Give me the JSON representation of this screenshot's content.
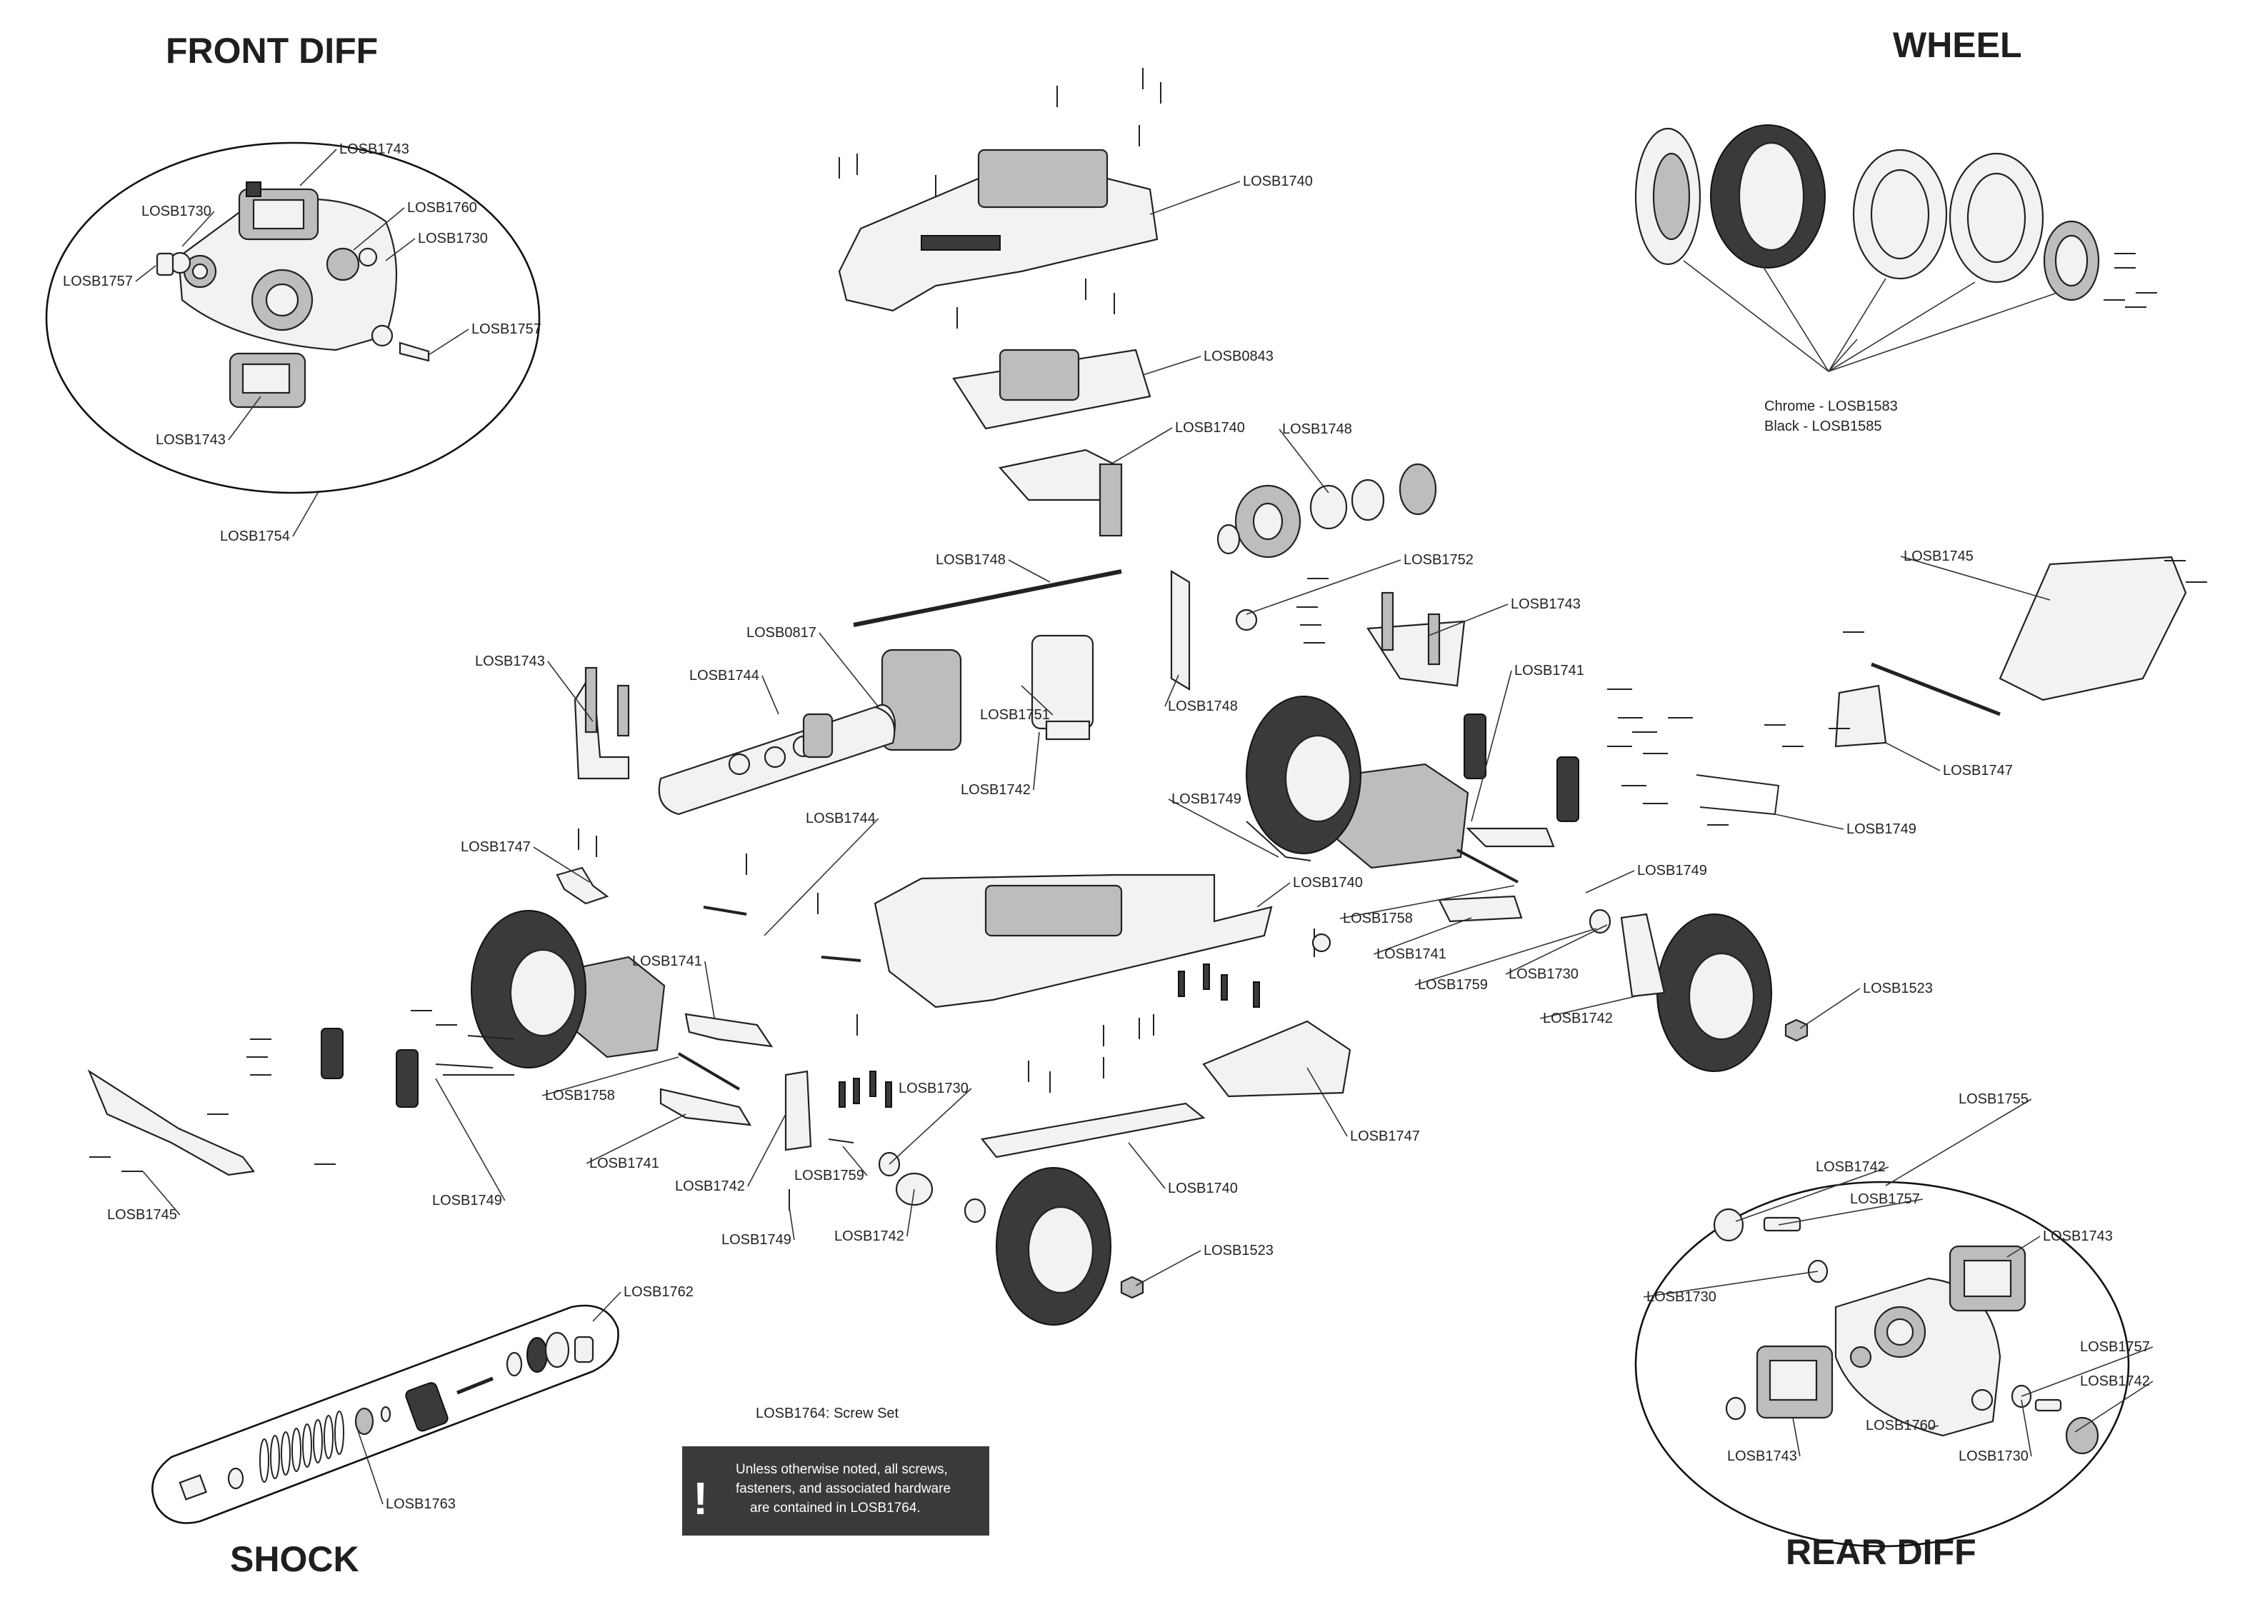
{
  "sections": {
    "front_diff": "FRONT DIFF",
    "wheel": "WHEEL",
    "shock": "SHOCK",
    "rear_diff": "REAR DIFF"
  },
  "wheel_parts": {
    "chrome": "Chrome - LOSB1583",
    "black": "Black - LOSB1585"
  },
  "screw_set": "LOSB1764: Screw Set",
  "note": {
    "line1": "Unless otherwise noted, all screws,",
    "line2": "fasteners, and associated hardware",
    "line3": "are contained in LOSB1764."
  },
  "callouts": [
    {
      "id": "fd1",
      "text": "LOSB1743"
    },
    {
      "id": "fd2",
      "text": "LOSB1730"
    },
    {
      "id": "fd3",
      "text": "LOSB1760"
    },
    {
      "id": "fd4",
      "text": "LOSB1730"
    },
    {
      "id": "fd5",
      "text": "LOSB1757"
    },
    {
      "id": "fd6",
      "text": "LOSB1757"
    },
    {
      "id": "fd7",
      "text": "LOSB1743"
    },
    {
      "id": "fd8",
      "text": "LOSB1754"
    },
    {
      "id": "c1",
      "text": "LOSB1740"
    },
    {
      "id": "c2",
      "text": "LOSB0843"
    },
    {
      "id": "c3",
      "text": "LOSB1740"
    },
    {
      "id": "c4",
      "text": "LOSB1748"
    },
    {
      "id": "c5",
      "text": "LOSB1748"
    },
    {
      "id": "c6",
      "text": "LOSB1752"
    },
    {
      "id": "c7",
      "text": "LOSB1743"
    },
    {
      "id": "c8",
      "text": "LOSB0817"
    },
    {
      "id": "c9",
      "text": "LOSB1743"
    },
    {
      "id": "c10",
      "text": "LOSB1744"
    },
    {
      "id": "c11",
      "text": "LOSB1751"
    },
    {
      "id": "c12",
      "text": "LOSB1748"
    },
    {
      "id": "c13",
      "text": "LOSB1742"
    },
    {
      "id": "c14",
      "text": "LOSB1741"
    },
    {
      "id": "c15",
      "text": "LOSB1745"
    },
    {
      "id": "c16",
      "text": "LOSB1747"
    },
    {
      "id": "c17",
      "text": "LOSB1749"
    },
    {
      "id": "c18",
      "text": "LOSB1749"
    },
    {
      "id": "c19",
      "text": "LOSB1744"
    },
    {
      "id": "c20",
      "text": "LOSB1747"
    },
    {
      "id": "c21",
      "text": "LOSB1740"
    },
    {
      "id": "c22",
      "text": "LOSB1749"
    },
    {
      "id": "c23",
      "text": "LOSB1758"
    },
    {
      "id": "c24",
      "text": "LOSB1741"
    },
    {
      "id": "c25",
      "text": "LOSB1759"
    },
    {
      "id": "c26",
      "text": "LOSB1730"
    },
    {
      "id": "c27",
      "text": "LOSB1742"
    },
    {
      "id": "c28",
      "text": "LOSB1523"
    },
    {
      "id": "c29",
      "text": "LOSB1741"
    },
    {
      "id": "c30",
      "text": "LOSB1758"
    },
    {
      "id": "c31",
      "text": "LOSB1741"
    },
    {
      "id": "c32",
      "text": "LOSB1745"
    },
    {
      "id": "c33",
      "text": "LOSB1749"
    },
    {
      "id": "c34",
      "text": "LOSB1742"
    },
    {
      "id": "c35",
      "text": "LOSB1759"
    },
    {
      "id": "c36",
      "text": "LOSB1730"
    },
    {
      "id": "c37",
      "text": "LOSB1749"
    },
    {
      "id": "c38",
      "text": "LOSB1742"
    },
    {
      "id": "c39",
      "text": "LOSB1740"
    },
    {
      "id": "c40",
      "text": "LOSB1747"
    },
    {
      "id": "c41",
      "text": "LOSB1523"
    },
    {
      "id": "s1",
      "text": "LOSB1762"
    },
    {
      "id": "s2",
      "text": "LOSB1763"
    },
    {
      "id": "rd1",
      "text": "LOSB1755"
    },
    {
      "id": "rd2",
      "text": "LOSB1742"
    },
    {
      "id": "rd3",
      "text": "LOSB1757"
    },
    {
      "id": "rd4",
      "text": "LOSB1743"
    },
    {
      "id": "rd5",
      "text": "LOSB1730"
    },
    {
      "id": "rd6",
      "text": "LOSB1757"
    },
    {
      "id": "rd7",
      "text": "LOSB1742"
    },
    {
      "id": "rd8",
      "text": "LOSB1743"
    },
    {
      "id": "rd9",
      "text": "LOSB1760"
    },
    {
      "id": "rd10",
      "text": "LOSB1730"
    }
  ]
}
